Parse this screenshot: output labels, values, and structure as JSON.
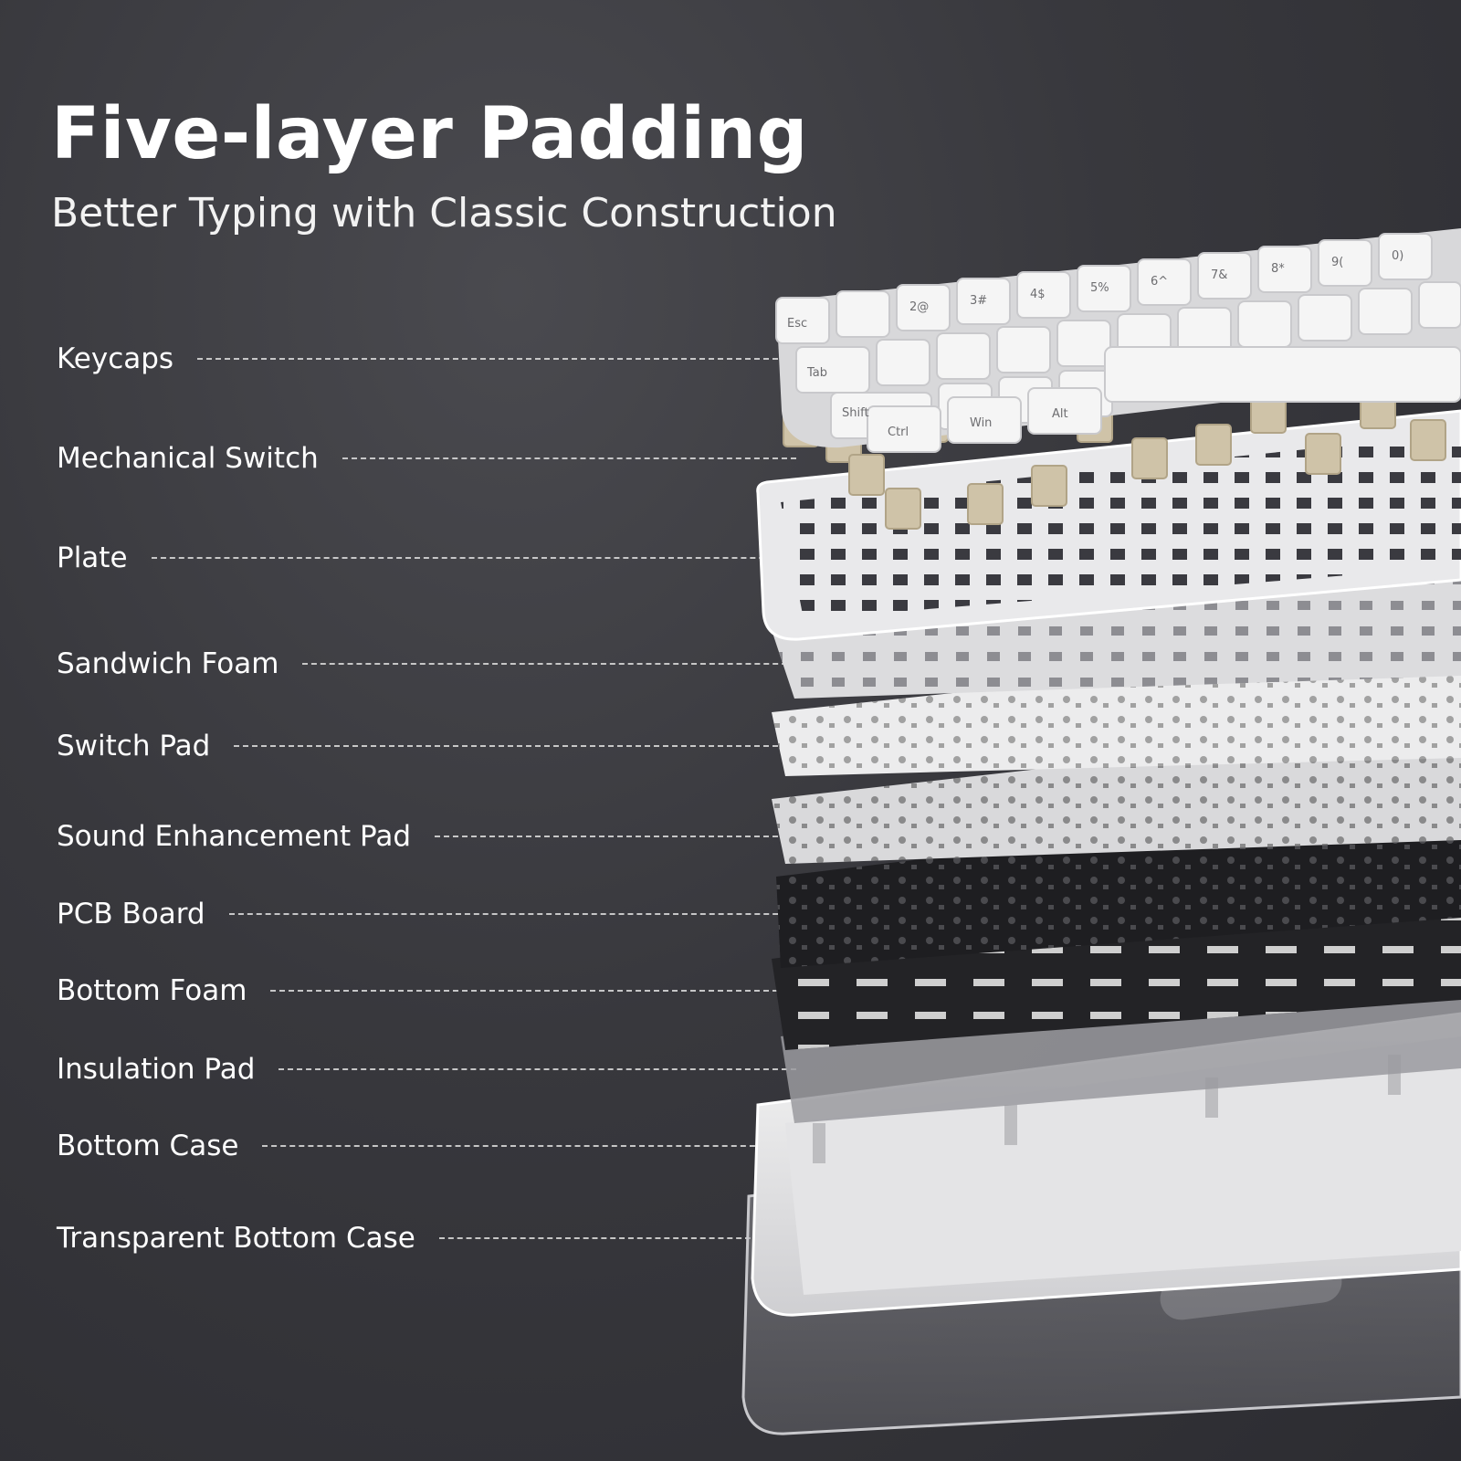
{
  "header": {
    "title": "Five-layer Padding",
    "subtitle": "Better Typing with Classic Construction"
  },
  "layers": [
    {
      "label": "Keycaps"
    },
    {
      "label": "Mechanical Switch"
    },
    {
      "label": "Plate"
    },
    {
      "label": "Sandwich Foam"
    },
    {
      "label": "Switch Pad"
    },
    {
      "label": "Sound Enhancement Pad"
    },
    {
      "label": "PCB Board"
    },
    {
      "label": "Bottom Foam"
    },
    {
      "label": "Insulation Pad"
    },
    {
      "label": "Bottom Case"
    },
    {
      "label": "Transparent Bottom Case"
    }
  ],
  "keycap_legends": [
    "Esc",
    "Tab",
    "Shift",
    "Ctrl",
    "Win",
    "Alt",
    "2@",
    "3#",
    "4$",
    "5%",
    "6^",
    "7&",
    "8*",
    "9(",
    "0)"
  ],
  "colors": {
    "background": "#333338",
    "text": "#ffffff",
    "keycap": "#f2f2f2",
    "switch": "#cfc3a8",
    "plate": "#e6e6e8",
    "pcb": "#1c1c1e",
    "case": "#f0f0f0"
  }
}
